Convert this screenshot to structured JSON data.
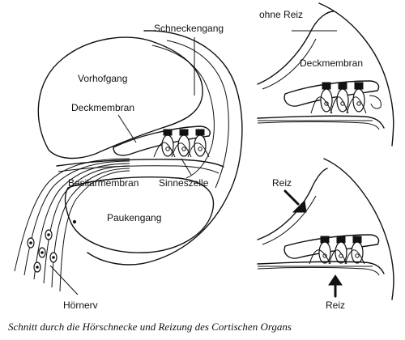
{
  "labels": {
    "schneckengang": "Schneckengang",
    "vorhofgang": "Vorhofgang",
    "deckmembran_left": "Deckmembran",
    "basilarmembran": "Basilarmembran",
    "sinneszelle": "Sinneszelle",
    "paukengang": "Paukengang",
    "hoernerv": "Hörnerv",
    "ohne_reiz": "ohne Reiz",
    "deckmembran_right": "Deckmembran",
    "reiz_top": "Reiz",
    "reiz_bottom": "Reiz"
  },
  "caption": "Schnitt durch die Hörschnecke und Reizung des Cortischen Organs"
}
